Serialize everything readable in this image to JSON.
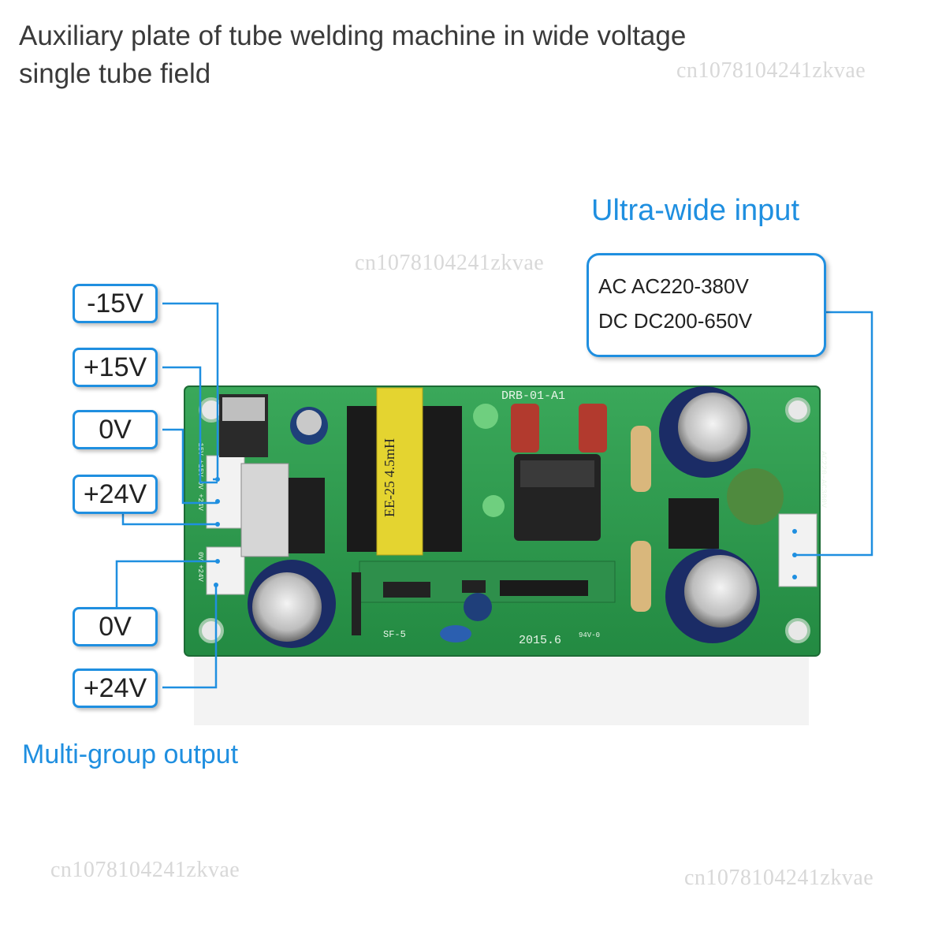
{
  "title": {
    "line1": "Auxiliary plate of tube welding machine in wide voltage",
    "line2": "single tube field"
  },
  "watermark": "cn1078104241zkvae",
  "input_section": {
    "heading": "Ultra-wide input",
    "ac_line": "AC AC220-380V",
    "dc_line": "DC DC200-650V"
  },
  "outputs": {
    "labels": [
      "-15V",
      "+15V",
      "0V",
      "+24V",
      "0V",
      "+24V"
    ],
    "caption": "Multi-group output"
  },
  "board": {
    "model": "DRB-01-A1",
    "transformer": "EE-25  4.5mH",
    "date": "2015.6",
    "sf": "SF-5",
    "side_marking": "AC220-AC380V",
    "left_marking_top": "-15V +15V 0V +24V",
    "left_marking_bottom": "0V +24V",
    "rating": "94V-0"
  },
  "colors": {
    "accent": "#1f8fe0",
    "pcb": "#2f9a4f"
  }
}
